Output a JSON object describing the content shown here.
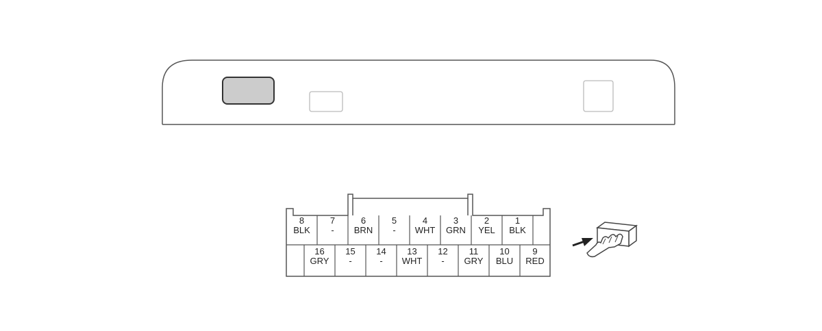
{
  "connector": {
    "top_row": [
      {
        "num": "8",
        "color": "BLK"
      },
      {
        "num": "7",
        "color": "-"
      },
      {
        "num": "6",
        "color": "BRN"
      },
      {
        "num": "5",
        "color": "-"
      },
      {
        "num": "4",
        "color": "WHT"
      },
      {
        "num": "3",
        "color": "GRN"
      },
      {
        "num": "2",
        "color": "YEL"
      },
      {
        "num": "1",
        "color": "BLK"
      }
    ],
    "bottom_row": [
      {
        "num": "16",
        "color": "GRY"
      },
      {
        "num": "15",
        "color": "-"
      },
      {
        "num": "14",
        "color": "-"
      },
      {
        "num": "13",
        "color": "WHT"
      },
      {
        "num": "12",
        "color": "-"
      },
      {
        "num": "11",
        "color": "GRY"
      },
      {
        "num": "10",
        "color": "BLU"
      },
      {
        "num": "9",
        "color": "RED"
      }
    ]
  },
  "icons": {
    "housing": "connector-housing-outline",
    "hand": "hand-holding-connector-icon",
    "arrow": "insert-direction-arrow-icon"
  },
  "colors": {
    "line": "#555555",
    "light_line": "#bbbbbb",
    "latch_fill": "#cccccc"
  }
}
